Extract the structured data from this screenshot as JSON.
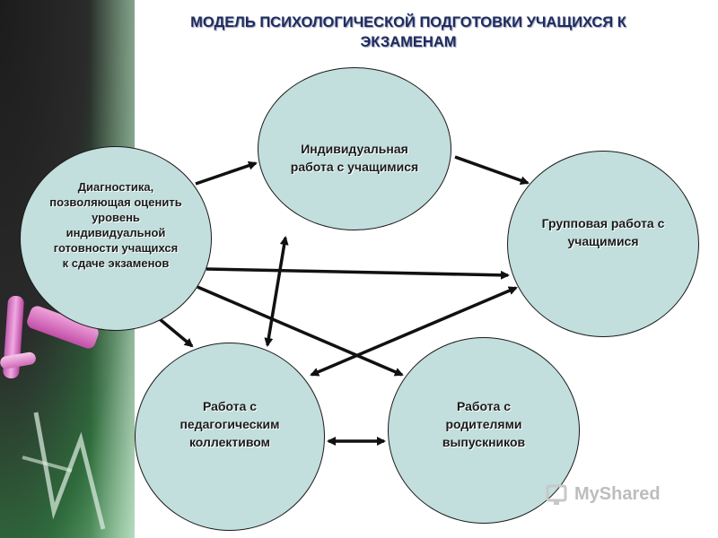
{
  "title": {
    "line1": "МОДЕЛЬ ПСИХОЛОГИЧЕСКОЙ ПОДГОТОВКИ УЧАЩИХСЯ К",
    "line2": "ЭКЗАМЕНАМ"
  },
  "nodes": {
    "diagnostics": [
      "Диагностика,",
      "позволяющая оценить",
      "уровень",
      "индивидуальной",
      "готовности учащихся",
      "к сдаче экзаменов"
    ],
    "individual": [
      "Индивидуальная",
      "работа с учащимися"
    ],
    "group": [
      "Групповая работа с",
      "учащимися"
    ],
    "teachers": [
      "Работа с",
      "педагогическим",
      "коллективом"
    ],
    "parents": [
      "Работа с",
      "родителями",
      "выпускников"
    ]
  },
  "watermark": {
    "text": "MyShared"
  },
  "colors": {
    "node_fill": "#c2dedd",
    "title": "#1e2b5e",
    "arrow": "#111111"
  }
}
